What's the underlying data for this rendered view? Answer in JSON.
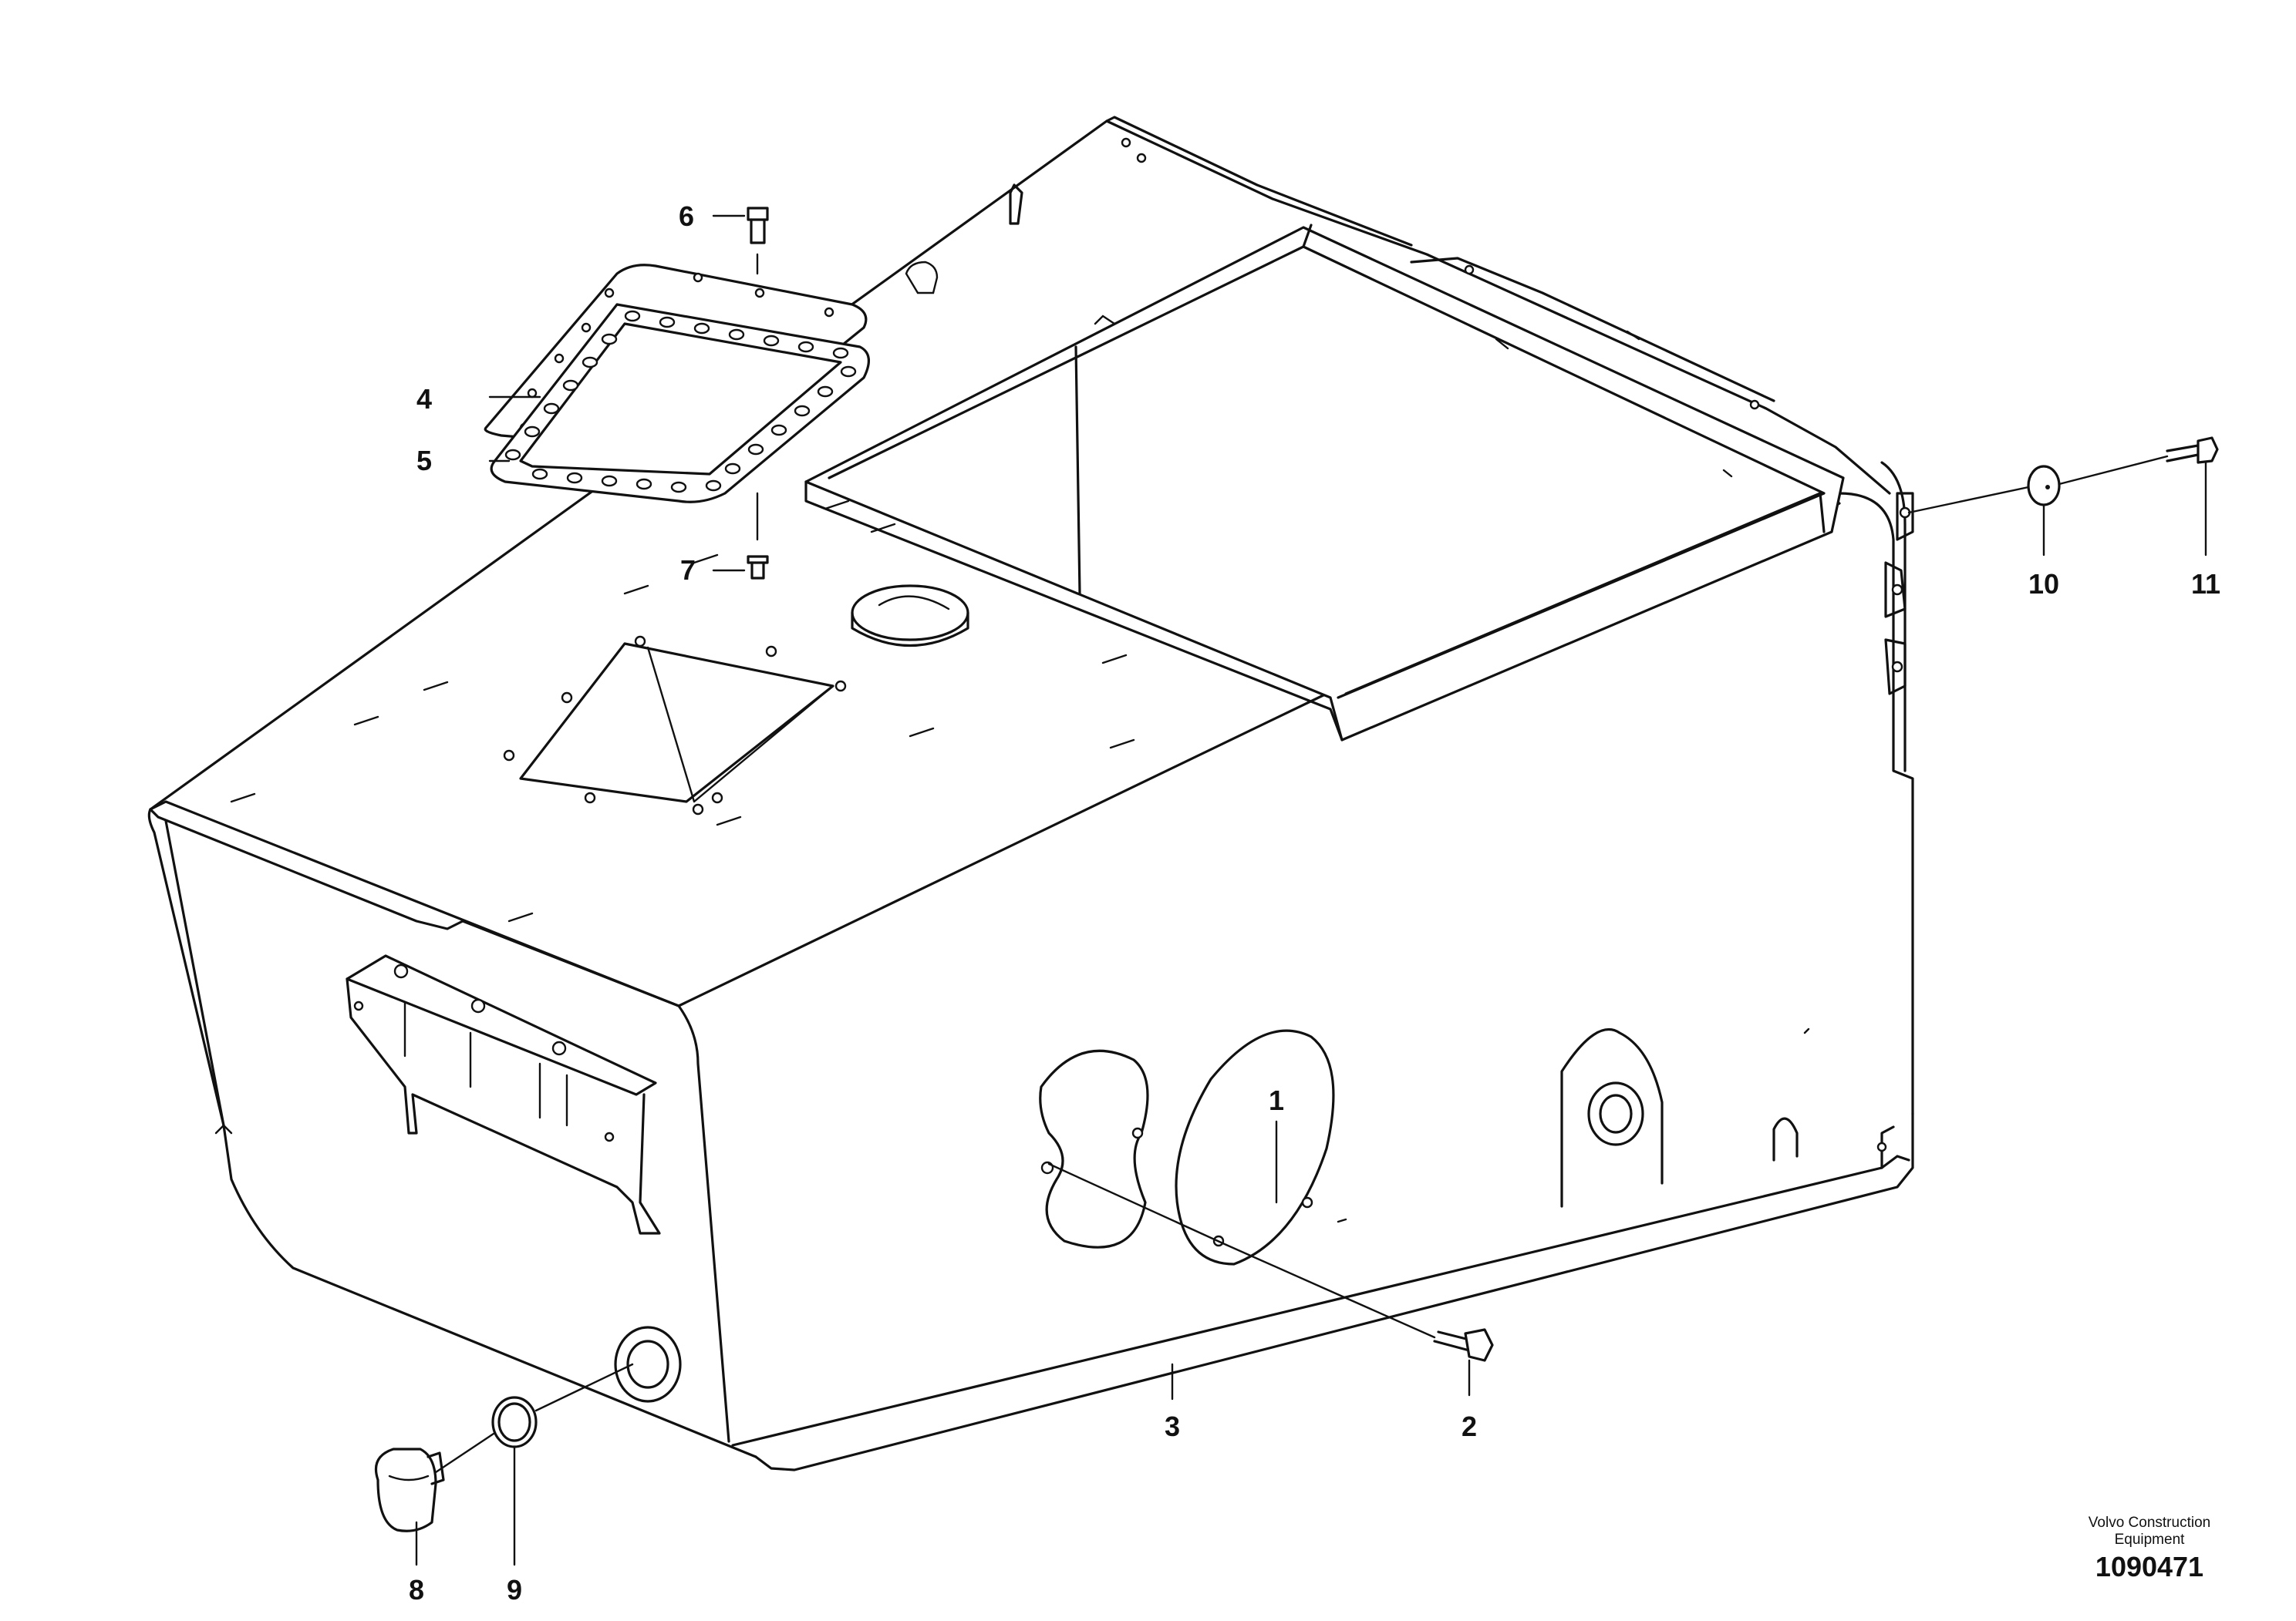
{
  "callouts": [
    {
      "id": "1",
      "label": "1"
    },
    {
      "id": "2",
      "label": "2"
    },
    {
      "id": "3",
      "label": "3"
    },
    {
      "id": "4",
      "label": "4"
    },
    {
      "id": "5",
      "label": "5"
    },
    {
      "id": "6",
      "label": "6"
    },
    {
      "id": "7",
      "label": "7"
    },
    {
      "id": "8",
      "label": "8"
    },
    {
      "id": "9",
      "label": "9"
    },
    {
      "id": "10",
      "label": "10"
    },
    {
      "id": "11",
      "label": "11"
    }
  ],
  "footer": {
    "brand_line1": "Volvo Construction",
    "brand_line2": "Equipment",
    "doc_number": "1090471"
  }
}
